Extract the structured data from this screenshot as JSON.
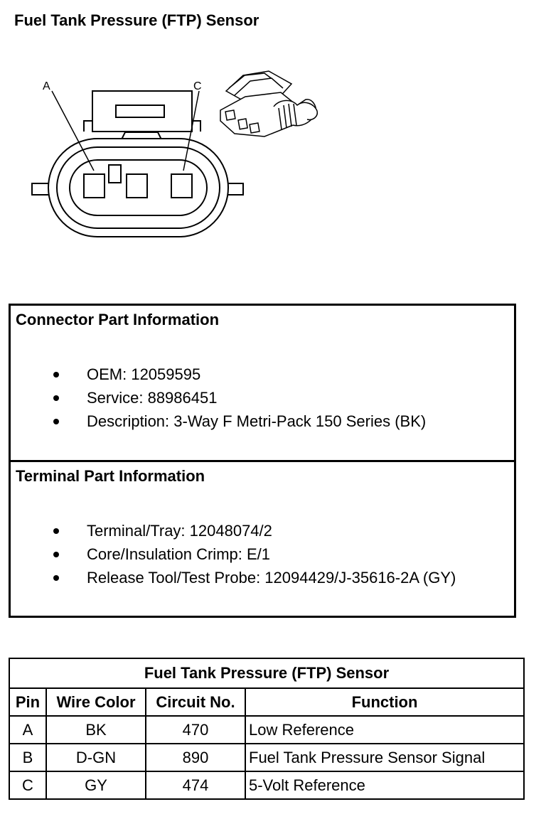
{
  "title": "Fuel Tank Pressure (FTP) Sensor",
  "diagram": {
    "pin_labels": [
      "A",
      "C"
    ]
  },
  "connector_info": {
    "heading": "Connector Part Information",
    "items": [
      "OEM: 12059595",
      "Service: 88986451",
      "Description: 3-Way F Metri-Pack 150 Series (BK)"
    ]
  },
  "terminal_info": {
    "heading": "Terminal Part Information",
    "items": [
      "Terminal/Tray: 12048074/2",
      "Core/Insulation Crimp: E/1",
      "Release Tool/Test Probe: 12094429/J-35616-2A (GY)"
    ]
  },
  "pin_table": {
    "title": "Fuel Tank Pressure (FTP) Sensor",
    "headers": [
      "Pin",
      "Wire Color",
      "Circuit No.",
      "Function"
    ],
    "rows": [
      [
        "A",
        "BK",
        "470",
        "Low Reference"
      ],
      [
        "B",
        "D-GN",
        "890",
        "Fuel Tank Pressure Sensor Signal"
      ],
      [
        "C",
        "GY",
        "474",
        "5-Volt Reference"
      ]
    ]
  }
}
